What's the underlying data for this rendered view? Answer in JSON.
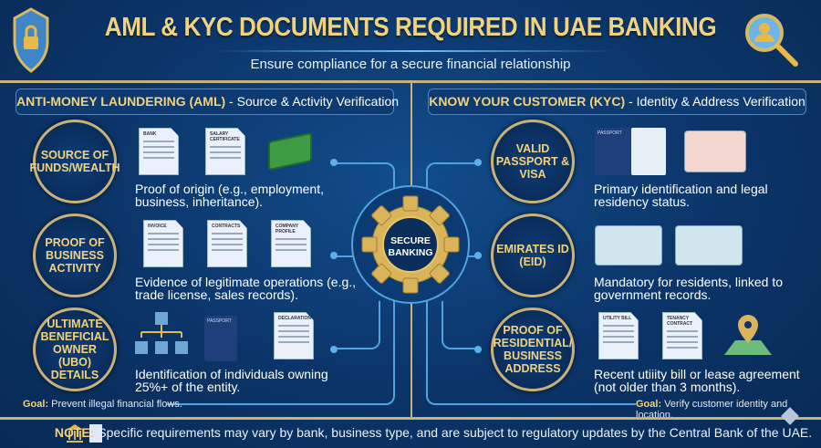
{
  "header": {
    "title": "AML & KYC DOCUMENTS REQUIRED IN UAE BANKING",
    "subtitle": "Ensure compliance for a secure financial relationship"
  },
  "aml": {
    "heading_bold": "ANTI-MONEY LAUNDERING (AML)",
    "heading_rest": " - Source & Activity Verification",
    "items": [
      {
        "title": "SOURCE OF FUNDS/WEALTH",
        "icons": [
          "BANK",
          "SALARY CERTIFICATE",
          "money-icon"
        ],
        "desc": "Proof of origin (e.g., employment, business, inheritance)."
      },
      {
        "title": "PROOF OF BUSINESS ACTIVITY",
        "icons": [
          "INVOICE",
          "CONTRACTS",
          "COMPANY PROFILE"
        ],
        "desc": "Evidence of legitimate operations (e.g., trade license, sales records)."
      },
      {
        "title": "ULTIMATE BENEFICIAL OWNER (UBO) DETAILS",
        "icons": [
          "org-chart-icon",
          "PASSPORT",
          "DECLARATION"
        ],
        "desc": "Identification of individuals owning 25%+ of the entity."
      }
    ],
    "goal_label": "Goal:",
    "goal_text": " Prevent illegal financial flows."
  },
  "kyc": {
    "heading_bold": "KNOW YOUR CUSTOMER (KYC)",
    "heading_rest": " - Identity & Address Verification",
    "items": [
      {
        "title": "VALID PASSPORT & VISA",
        "icons": [
          "PASSPORT",
          "residence-visa-icon"
        ],
        "desc": "Primary identification and legal residency status."
      },
      {
        "title": "EMIRATES ID (EID)",
        "icons": [
          "eid-front-icon",
          "eid-back-icon"
        ],
        "desc": "Mandatory for residents, linked to government records."
      },
      {
        "title": "PROOF OF RESIDENTIAL/ BUSINESS ADDRESS",
        "icons": [
          "UTILITY BILL",
          "TENANCY CONTRACT",
          "map-pin-icon"
        ],
        "desc": "Recent utiiity bill or lease agreement (not older than 3 months)."
      }
    ],
    "goal_label": "Goal:",
    "goal_text": " Verify customer identity and location."
  },
  "center": {
    "label": "SECURE BANKING"
  },
  "note": {
    "label": "NOTE:",
    "text": " Specific requirements may vary by bank, business type, and are subject to regulatory updates by the Central Bank of the UAE."
  },
  "colors": {
    "background": "#0b3468",
    "gold": "#f2d27a",
    "accent": "#5ab0ea"
  }
}
